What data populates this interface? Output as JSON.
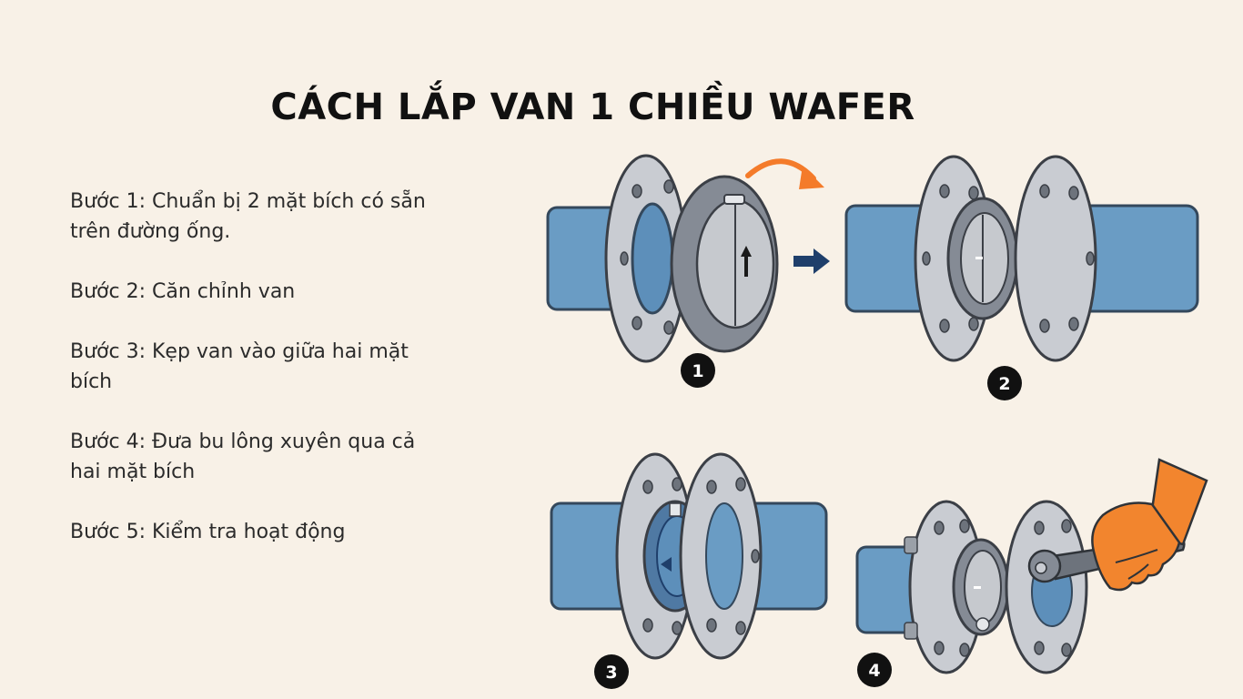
{
  "title": "CÁCH LẮP VAN 1 CHIỀU WAFER",
  "steps": [
    "Bước 1: Chuẩn bị 2 mặt bích có sẵn trên đường ống.",
    "Bước 2: Căn chỉnh van",
    "Bước 3: Kẹp van vào giữa hai mặt bích",
    "Bước 4: Đưa bu lông xuyên qua cả hai mặt bích",
    "Bước 5: Kiểm tra hoạt động"
  ],
  "badges": [
    "1",
    "2",
    "3",
    "4"
  ],
  "colors": {
    "background": "#f8f1e7",
    "pipe": "#6a9cc4",
    "flange": "#c9ccd2",
    "valve_body": "#858b95",
    "arrow_orange": "#f47b2a",
    "arrow_navy": "#1f3f6b",
    "glove": "#f2852e"
  },
  "icons": [
    "curved-arrow-icon",
    "right-arrow-icon",
    "flow-arrow-icon",
    "wrench-icon",
    "glove-hand-icon"
  ]
}
